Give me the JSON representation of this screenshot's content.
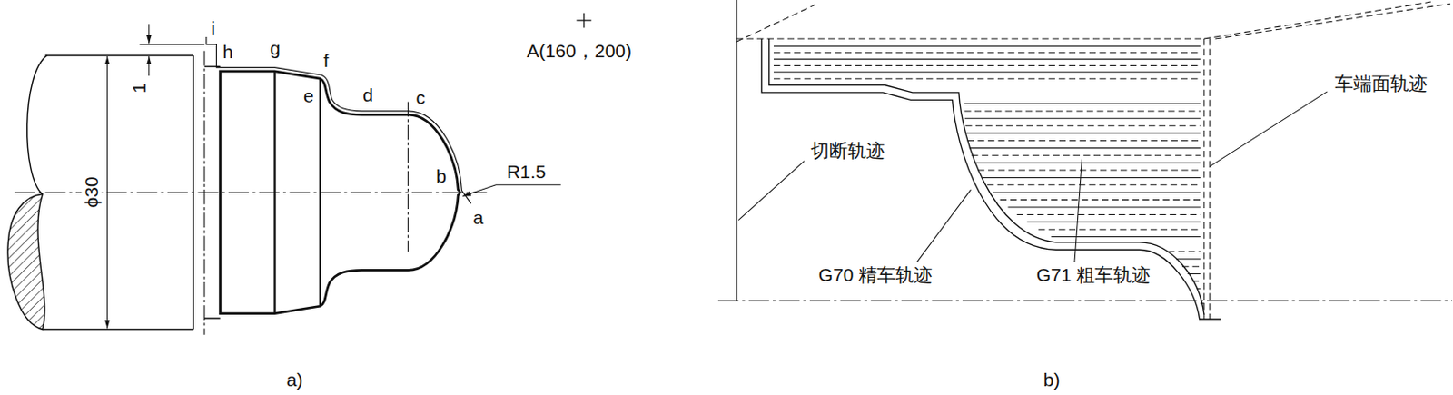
{
  "diagram": {
    "labels": [
      "i",
      "h",
      "g",
      "f",
      "e",
      "d",
      "c",
      "b",
      "a",
      "1",
      "ϕ30",
      "R1.5",
      "A(160，200)",
      "a)",
      "b)",
      "切断轨迹",
      "车端面轨迹",
      "G70 精车轨迹",
      "G71 粗车轨迹"
    ]
  }
}
